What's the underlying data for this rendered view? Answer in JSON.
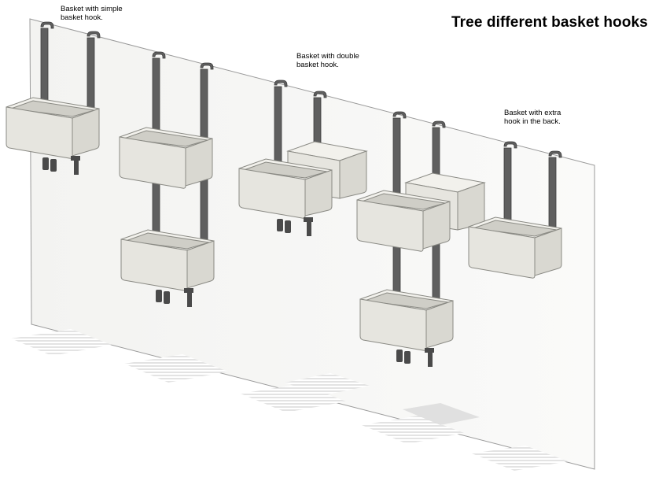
{
  "title": "Tree different basket hooks",
  "annotations": [
    {
      "line1": "Basket with simple",
      "line2": "basket hook."
    },
    {
      "line1": "Basket with double",
      "line2": "basket hook."
    },
    {
      "line1": "Basket with extra",
      "line2": "hook in the back."
    }
  ],
  "colors": {
    "background": "#ffffff",
    "wall": "#f6f6f4",
    "wall_edge": "#8a8a8a",
    "rail": "#5f5f5f",
    "rail_dark": "#3e3e3e",
    "basket_front": "#e6e5df",
    "basket_side": "#d9d8d1",
    "basket_top": "#f2f1ec",
    "basket_inner": "#cfcec7",
    "shadow": "#d4d4d4"
  }
}
